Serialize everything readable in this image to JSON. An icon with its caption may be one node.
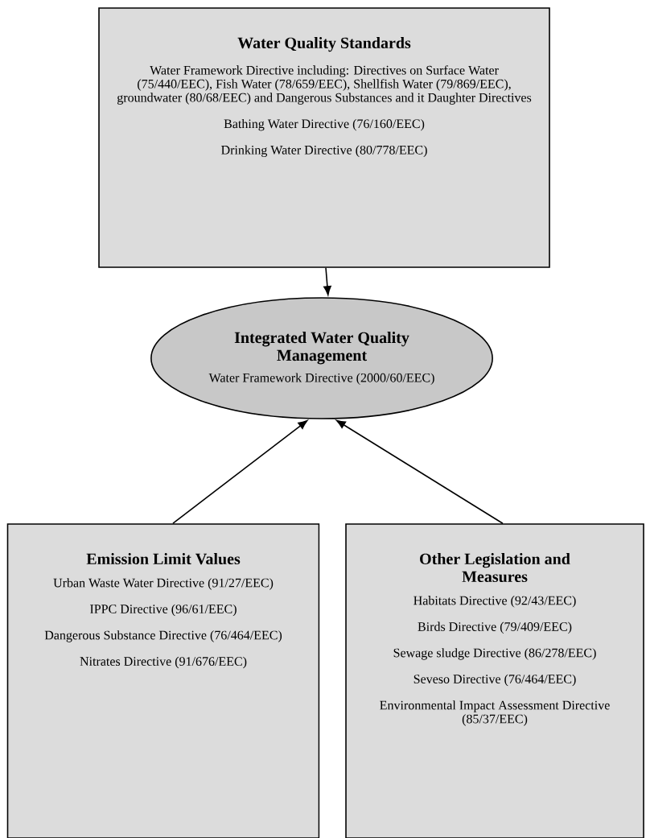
{
  "diagram": {
    "nodes": [
      {
        "text": [
          "Water Quality Standards",
          "Water Framework Directive including: Directives on Surface Water (75/440/EEC), Fish Water (78/659/EEC), Shellfish Water (79/869/EEC), groundwater (80/68/EEC) and Dangerous Substances and it Daughter Directives",
          "Bathing Water Directive (76/160/EEC)",
          "Drinking Water Directive (80/778/EEC)"
        ]
      },
      {
        "text": [
          "Integrated Water Quality Management",
          "Water Framework Directive (2000/60/EEC)"
        ]
      },
      {
        "text": [
          "Emission Limit Values",
          "Urban Waste Water Directive (91/27/EEC)",
          "IPPC Directive (96/61/EEC)",
          "Dangerous Substance Directive (76/464/EEC)",
          "Nitrates Directive (91/676/EEC)"
        ]
      },
      {
        "text": [
          "Other Legislation and Measures",
          "Habitats Directive (92/43/EEC)",
          "Birds Directive (79/409/EEC)",
          "Sewage sludge Directive (86/278/EEC)",
          "Seveso Directive (76/464/EEC)",
          "Environmental Impact Assessment Directive (85/37/EEC)"
        ]
      }
    ],
    "edges": [
      {
        "from": 0,
        "to": 1,
        "arrow": "to"
      },
      {
        "from": 2,
        "to": 1,
        "arrow": "to"
      },
      {
        "from": 3,
        "to": 1,
        "arrow": "to"
      }
    ]
  }
}
